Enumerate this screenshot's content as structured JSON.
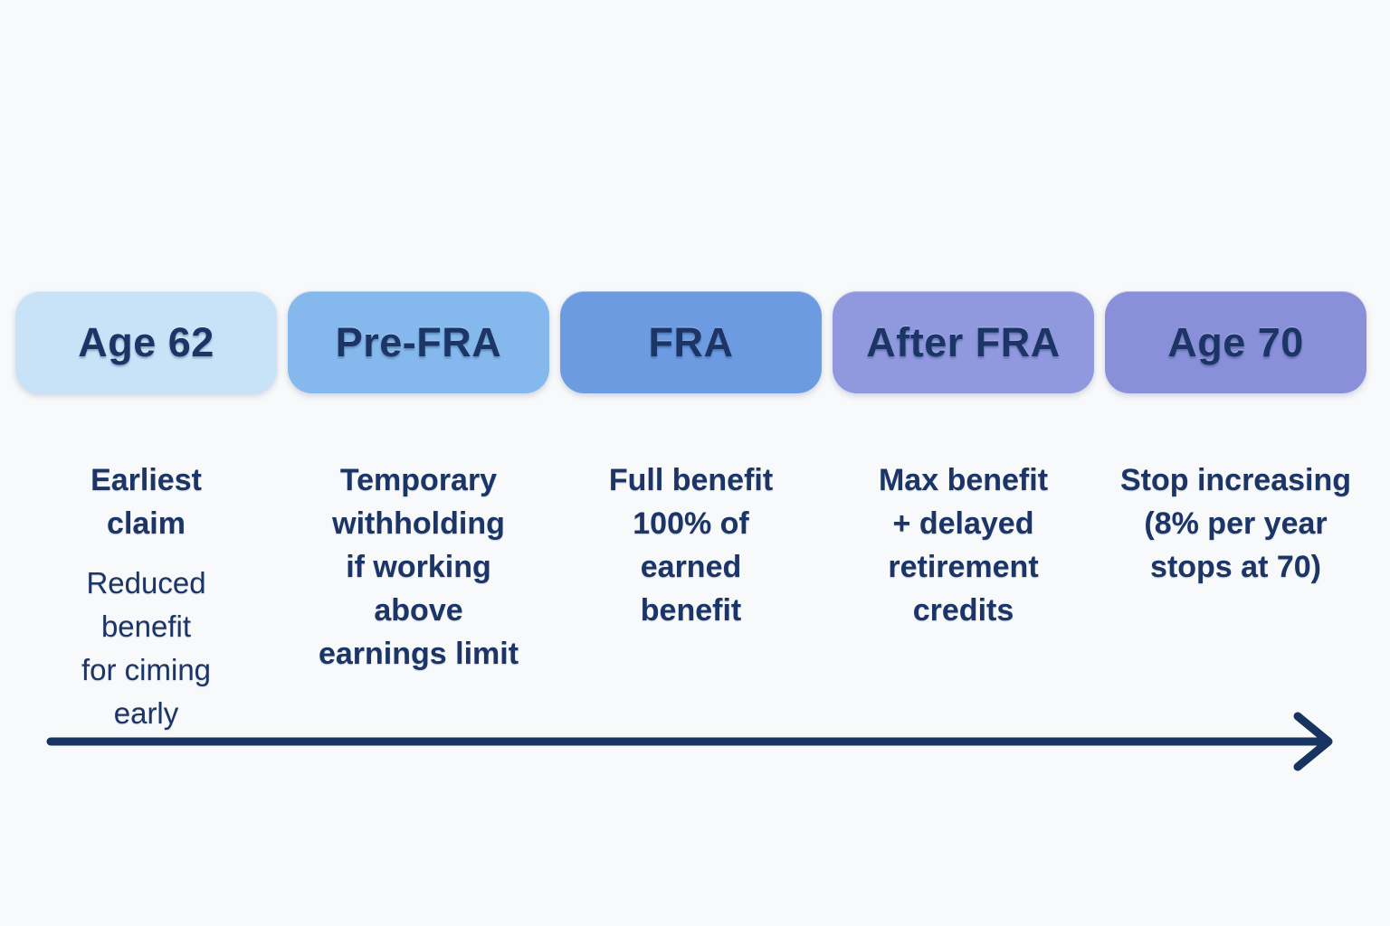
{
  "page": {
    "background": "#f8f9fa",
    "text_color": "#1b3566",
    "arrow_color": "#17335f"
  },
  "stages": [
    {
      "title": "Age 62",
      "box_color": "#c8e2f8",
      "primary": "Earliest\nclaim",
      "secondary": "Reduced\nbenefit\nfor ciming\nearly"
    },
    {
      "title": "Pre-FRA",
      "box_color": "#85b8ec",
      "primary": "Temporary\nwithholding\nif working\nabove\nearnings limit",
      "secondary": ""
    },
    {
      "title": "FRA",
      "box_color": "#6d9be1",
      "primary": "Full benefit\n100% of\nearned\nbenefit",
      "secondary": ""
    },
    {
      "title": "After FRA",
      "box_color": "#9098de",
      "primary": "Max benefit\n+ delayed\nretirement\ncredits",
      "secondary": ""
    },
    {
      "title": "Age 70",
      "box_color": "#8a8fd9",
      "primary": "Stop increasing\n(8% per year\nstops at 70)",
      "secondary": ""
    }
  ],
  "arrow": {
    "direction": "right"
  }
}
